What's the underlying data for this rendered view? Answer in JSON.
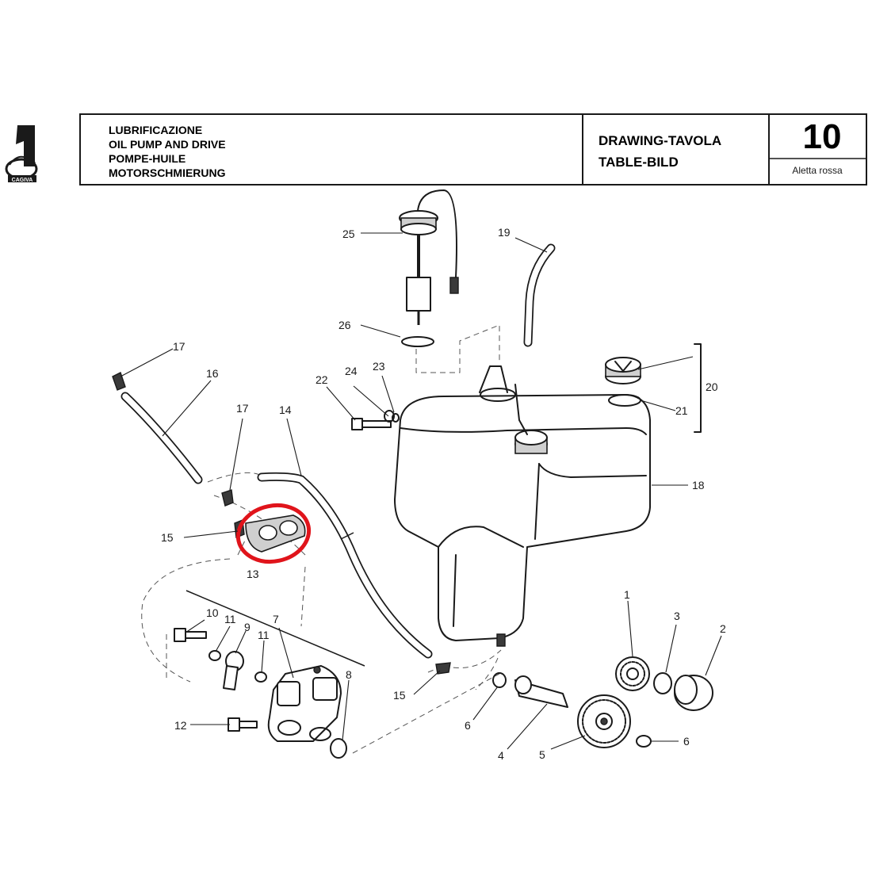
{
  "header": {
    "titles": [
      "LUBRIFICAZIONE",
      "OIL PUMP AND DRIVE",
      "POMPE-HUILE",
      "MOTORSCHMIERUNG"
    ],
    "drawing_label_1": "DRAWING-TAVOLA",
    "drawing_label_2": "TABLE-BILD",
    "table_number": "10",
    "tab_note": "Aletta rossa",
    "logo_text": "CAGIVA",
    "logo_numeral": "1"
  },
  "callouts": {
    "c1": "1",
    "c2": "2",
    "c3": "3",
    "c4": "4",
    "c5": "5",
    "c6a": "6",
    "c6b": "6",
    "c7": "7",
    "c8": "8",
    "c9": "9",
    "c10": "10",
    "c11a": "11",
    "c11b": "11",
    "c12": "12",
    "c13": "13",
    "c14": "14",
    "c15a": "15",
    "c15b": "15",
    "c16": "16",
    "c17a": "17",
    "c17b": "17",
    "c18": "18",
    "c19": "19",
    "c20": "20",
    "c21": "21",
    "c22": "22",
    "c23": "23",
    "c24": "24",
    "c25": "25",
    "c26": "26"
  },
  "highlight": {
    "part": "13",
    "color": "#e0141b"
  },
  "colors": {
    "ink": "#1a1a1a",
    "highlight": "#e0141b"
  }
}
